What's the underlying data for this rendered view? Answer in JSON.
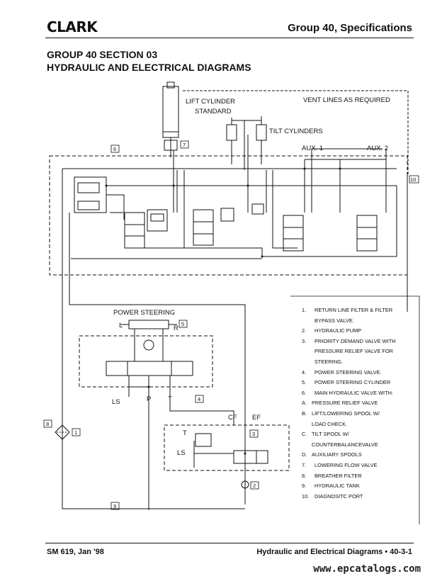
{
  "header": {
    "brand": "CLARK",
    "group": "Group 40, Specifications"
  },
  "section": {
    "line1": "GROUP 40  SECTION 03",
    "line2": "HYDRAULIC AND ELECTRICAL DIAGRAMS"
  },
  "diagram": {
    "lift_cylinder": "LIFT CYLINDER",
    "standard": "STANDARD",
    "vent_lines": "VENT LINES AS REQUIRED",
    "tilt_cylinders": "TILT CYLINDERS",
    "aux1": "AUX. 1",
    "aux2": "AUX. 2",
    "power_steering": "POWER STEERING",
    "port_l": "L",
    "port_r": "R",
    "port_ls": "LS",
    "port_p": "P",
    "port_t": "T",
    "port_cf": "CF",
    "port_ef": "EF",
    "port_t2": "T",
    "port_ls2": "LS",
    "callouts": [
      "1",
      "2",
      "3",
      "4",
      "5",
      "6",
      "7",
      "8",
      "9",
      "10"
    ]
  },
  "legend": [
    {
      "n": "1.",
      "text": "RETURN LINE FILTER & FILTER"
    },
    {
      "n": "",
      "text": "BYPASS VALVE."
    },
    {
      "n": "2.",
      "text": "HYDRAULIC PUMP"
    },
    {
      "n": "3.",
      "text": "PRIORITY DEMAND VALVE WITH"
    },
    {
      "n": "",
      "text": "PRESSURE RELIEF VALVE FOR"
    },
    {
      "n": "",
      "text": "STEERING."
    },
    {
      "n": "4.",
      "text": "POWER STEERING VALVE."
    },
    {
      "n": "5.",
      "text": "POWER STEERING CYLINDER"
    },
    {
      "n": "6.",
      "text": "MAIN HYDRAULIC VALVE WITH:"
    },
    {
      "n": "",
      "sub": "A.",
      "text": "PRESSURE RELIEF VALVE"
    },
    {
      "n": "",
      "sub": "B.",
      "text": "LIFT/LOWERING SPOOL W/"
    },
    {
      "n": "",
      "sub": "",
      "text": "LOAD CHECK."
    },
    {
      "n": "",
      "sub": "C.",
      "text": "TILT SPOOL W/"
    },
    {
      "n": "",
      "sub": "",
      "text": "COUNTERBALANCEVALVE"
    },
    {
      "n": "",
      "sub": "D.",
      "text": "AUXILIARY SPOOLS"
    },
    {
      "n": "7.",
      "text": "LOWERING FLOW VALVE"
    },
    {
      "n": "8.",
      "text": "BREATHER FILTER"
    },
    {
      "n": "9.",
      "text": "HYDRAULIC TANK"
    },
    {
      "n": "10.",
      "text": "DIAGNOSITC PORT"
    }
  ],
  "footer": {
    "left": "SM 619, Jan '98",
    "right": "Hydraulic and Electrical Diagrams  •  40-3-1"
  },
  "watermark": "www.epcatalogs.com"
}
